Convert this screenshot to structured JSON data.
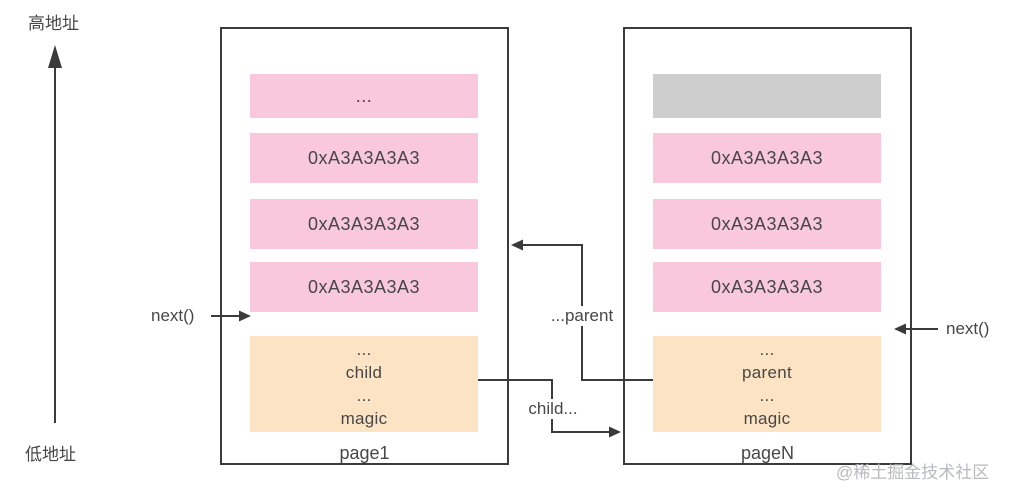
{
  "colors": {
    "pink": "#F9C8DC",
    "orange": "#FBE3C3",
    "gray": "#CECECE",
    "line": "#3B3B3B",
    "text": "#474747",
    "watermark": "#B9BABC"
  },
  "axis": {
    "top_label": "高地址",
    "bottom_label": "低地址"
  },
  "pages": [
    {
      "name": "page1",
      "rows": [
        {
          "type": "pink",
          "label": "..."
        },
        {
          "type": "pink",
          "label": "0xA3A3A3A3"
        },
        {
          "type": "pink",
          "label": "0xA3A3A3A3"
        },
        {
          "type": "pink",
          "label": "0xA3A3A3A3"
        }
      ],
      "header": {
        "type": "orange",
        "lines": [
          "...",
          "child",
          "...",
          "magic"
        ]
      }
    },
    {
      "name": "pageN",
      "rows": [
        {
          "type": "gray",
          "label": ""
        },
        {
          "type": "pink",
          "label": "0xA3A3A3A3"
        },
        {
          "type": "pink",
          "label": "0xA3A3A3A3"
        },
        {
          "type": "pink",
          "label": "0xA3A3A3A3"
        }
      ],
      "header": {
        "type": "orange",
        "lines": [
          "...",
          "parent",
          "...",
          "magic"
        ]
      }
    }
  ],
  "labels": {
    "next_left": "next()",
    "next_right": "next()",
    "parent_pointer": "...parent",
    "child_pointer": "child..."
  },
  "watermark": "@稀土掘金技术社区"
}
